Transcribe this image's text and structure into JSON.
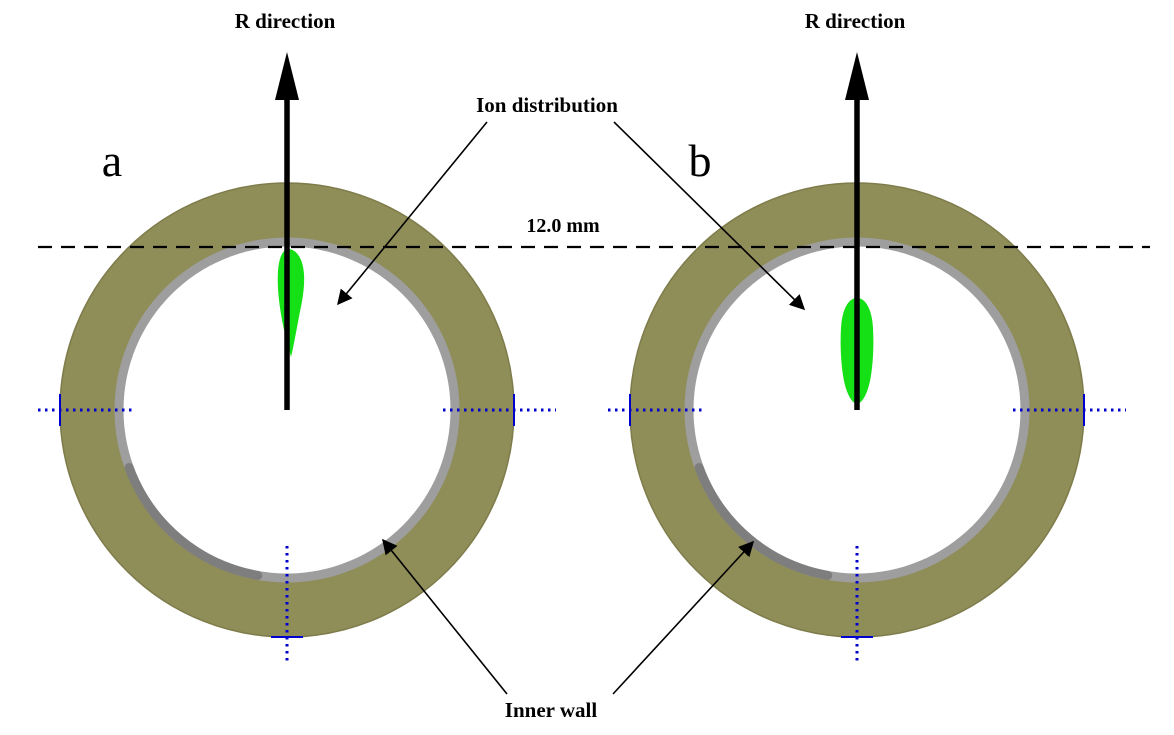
{
  "figure": {
    "panels": [
      {
        "id": "a",
        "label": "a",
        "r_direction_label": "R direction"
      },
      {
        "id": "b",
        "label": "b",
        "r_direction_label": "R direction"
      }
    ],
    "annotations": {
      "ion_distribution": "Ion distribution",
      "inner_wall": "Inner wall",
      "dimension_label": "12.0 mm"
    },
    "colors": {
      "background": "#ffffff",
      "ring": "#8f8d58",
      "ring_edge": "#7e7c4a",
      "inner_wall": "#9e9e9e",
      "inner_wall_shadow": "#787878",
      "ion": "#15e015",
      "marker_blue": "#0000cd",
      "line_black": "#000000"
    }
  }
}
